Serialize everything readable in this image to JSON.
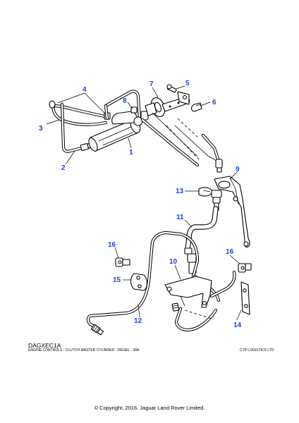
{
  "diagram": {
    "callouts": [
      "1",
      "2",
      "3",
      "4",
      "5",
      "6",
      "7",
      "8",
      "9",
      "10",
      "11",
      "12",
      "13",
      "14",
      "15",
      "16",
      "16"
    ],
    "code": "DAGXEC1A",
    "description": "ENGINE CONTROLS - CLUTCH MASTER CYLINDER - DIESEL - 38A",
    "vendor": "CTP LOGISTICS LTD"
  },
  "footer": {
    "copyright": "© Copyright, 2016. Jaguar Land Rover Limited."
  }
}
